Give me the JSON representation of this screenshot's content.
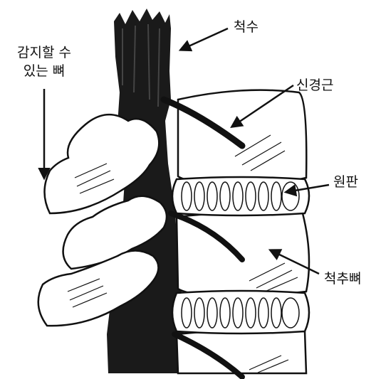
{
  "labels": {
    "spinal_cord": "척수",
    "palpable_bone_line1": "감지할 수",
    "palpable_bone_line2": "있는 뼈",
    "nerve_root": "신경근",
    "disc": "원판",
    "vertebra": "척추뼈"
  },
  "colors": {
    "ink": "#111111",
    "background": "#ffffff"
  }
}
